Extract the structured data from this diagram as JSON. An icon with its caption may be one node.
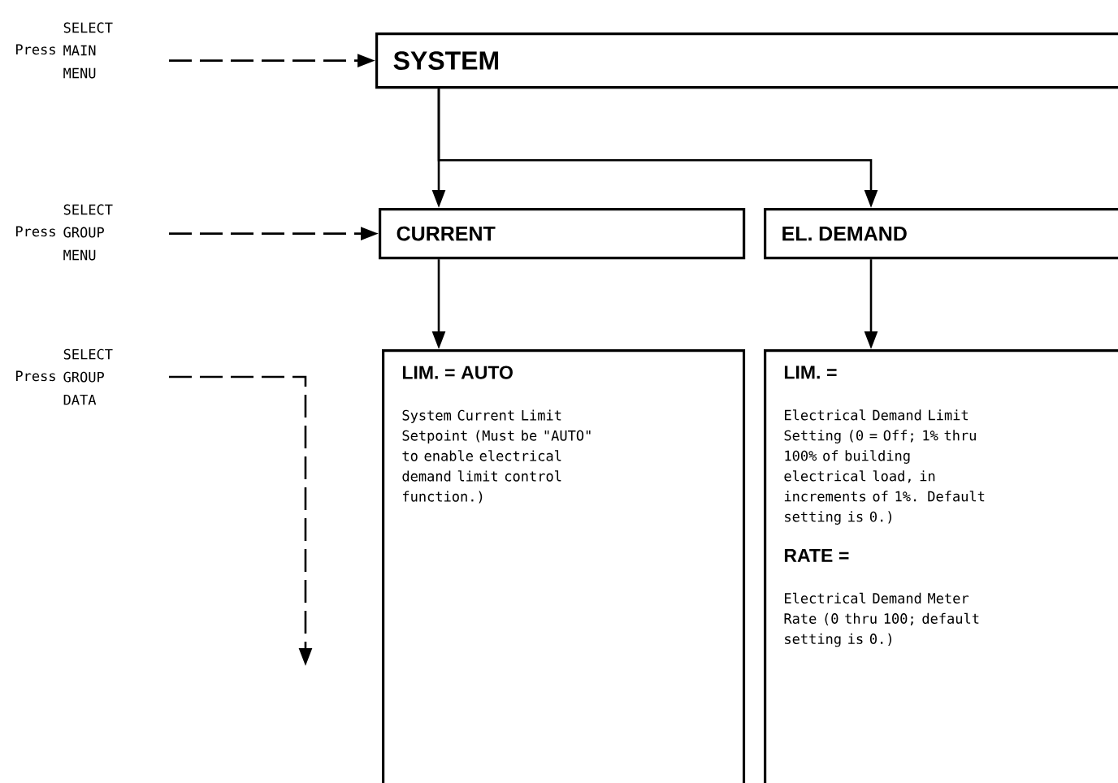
{
  "diagram": {
    "nodes": [
      {
        "text": [
          "Press",
          "SELECT MAIN MENU"
        ]
      },
      {
        "text": [
          "SYSTEM"
        ]
      },
      {
        "text": [
          "Press",
          "SELECT GROUP MENU"
        ]
      },
      {
        "text": [
          "CURRENT"
        ]
      },
      {
        "text": [
          "EL. DEMAND"
        ]
      },
      {
        "text": [
          "Press",
          "SELECT GROUP DATA"
        ]
      },
      {
        "text": [
          "LIM. = AUTO",
          "System Current Limit Setpoint (Must be \"AUTO\" to enable electrical demand limit control function.)"
        ]
      },
      {
        "text": [
          "LIM. =",
          "Electrical Demand Limit Setting (0 = Off; 1% thru 100% of building electrical load, in increments of 1%. Default setting is 0.)",
          "RATE =",
          "Electrical Demand Meter Rate (0 thru 100; default setting is 0.)"
        ]
      }
    ],
    "edges": [
      {
        "from": 0,
        "to": 1,
        "arrow": "to",
        "style": "dashed"
      },
      {
        "from": 2,
        "to": 3,
        "arrow": "to",
        "style": "dashed"
      },
      {
        "from": 5,
        "to": null,
        "arrow": "to",
        "style": "dashed"
      },
      {
        "from": 1,
        "to": 3,
        "arrow": "to"
      },
      {
        "from": 1,
        "to": 4,
        "arrow": "to"
      },
      {
        "from": 3,
        "to": 6,
        "arrow": "to"
      },
      {
        "from": 4,
        "to": 7,
        "arrow": "to"
      }
    ]
  }
}
